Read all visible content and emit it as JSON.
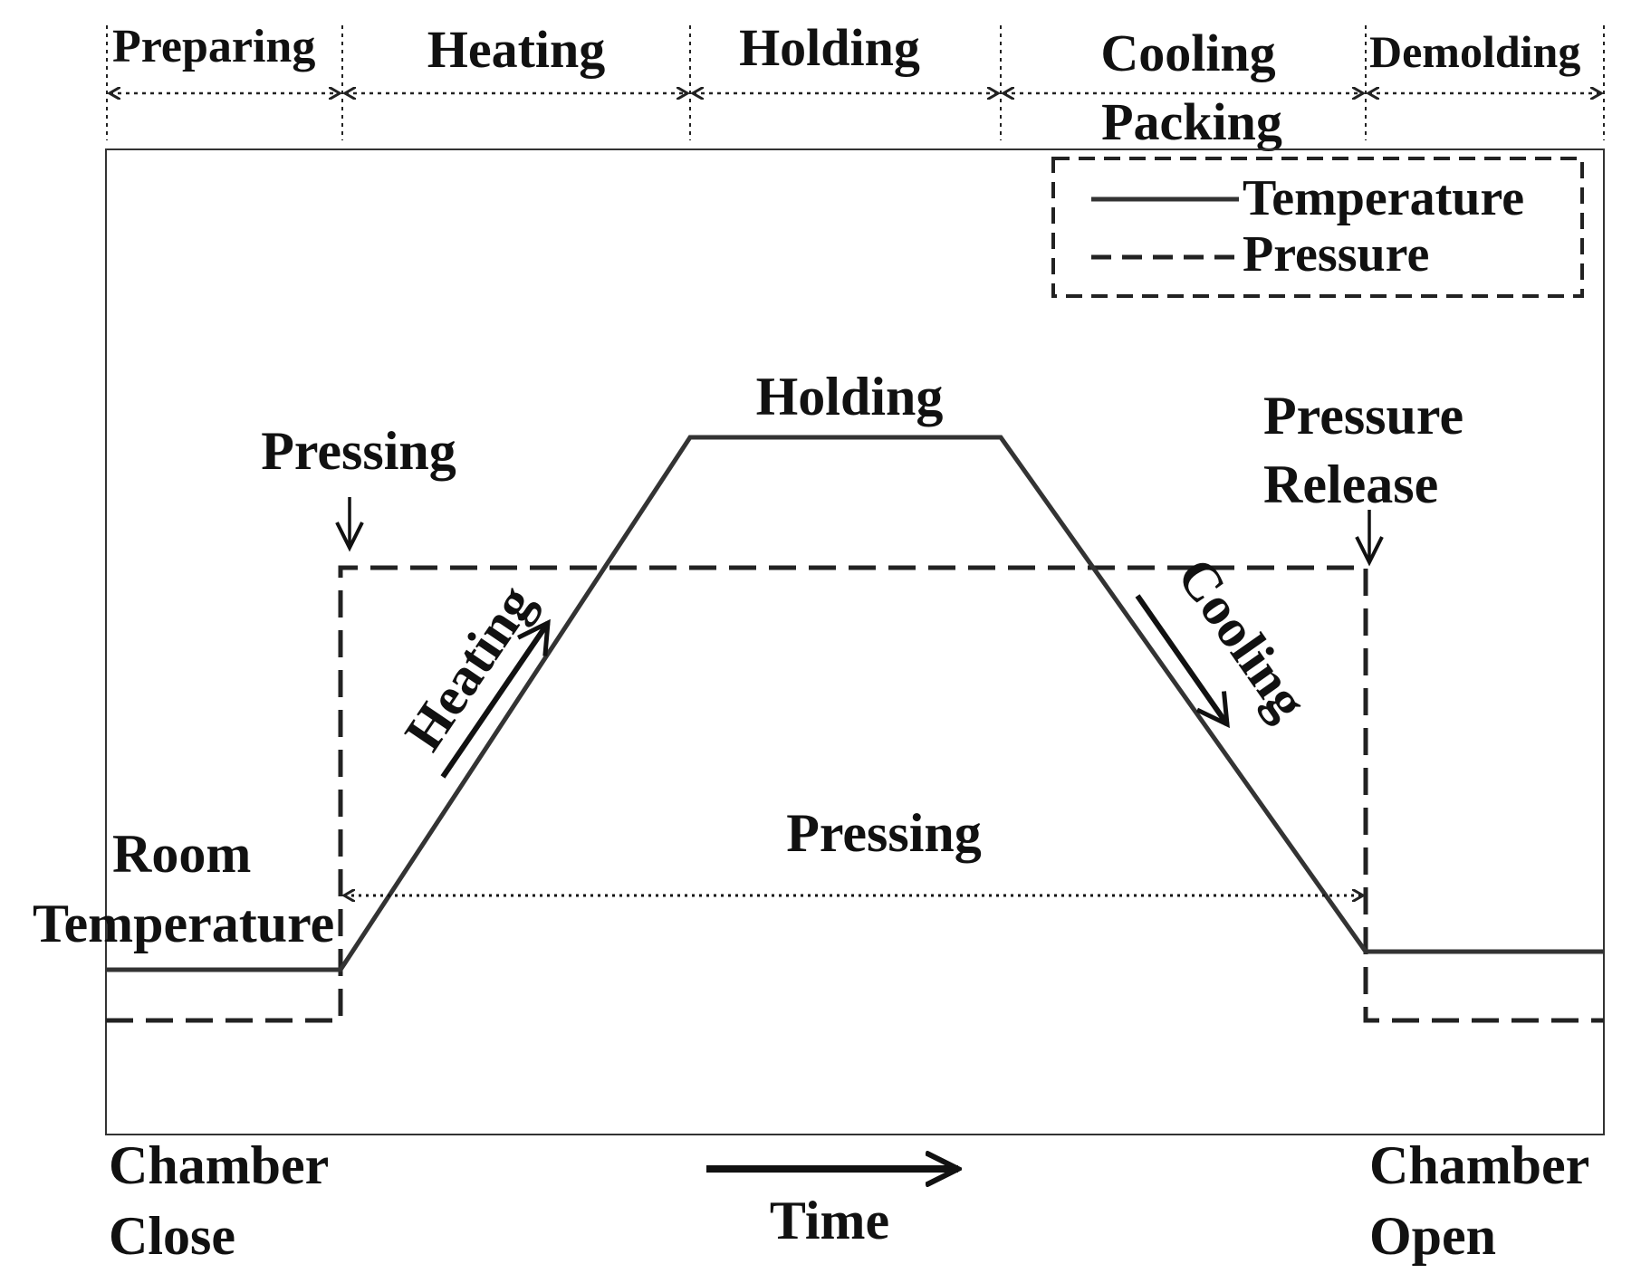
{
  "phases": [
    {
      "label": "Preparing"
    },
    {
      "label": "Heating"
    },
    {
      "label": "Holding"
    },
    {
      "label": "Cooling",
      "sublabel": "Packing"
    },
    {
      "label": "Demolding"
    }
  ],
  "legend": {
    "temperature": "Temperature",
    "pressure": "Pressure"
  },
  "annotations": {
    "holding": "Holding",
    "pressing_top": "Pressing",
    "pressure_release_line1": "Pressure",
    "pressure_release_line2": "Release",
    "heating": "Heating",
    "cooling": "Cooling",
    "pressing_mid": "Pressing",
    "room_line1": "Room",
    "room_line2": "Temperature"
  },
  "footer": {
    "chamber_close_line1": "Chamber",
    "chamber_close_line2": "Close",
    "time": "Time",
    "chamber_open_line1": "Chamber",
    "chamber_open_line2": "Open"
  },
  "style": {
    "line_color": "#222222",
    "background": "#ffffff"
  }
}
